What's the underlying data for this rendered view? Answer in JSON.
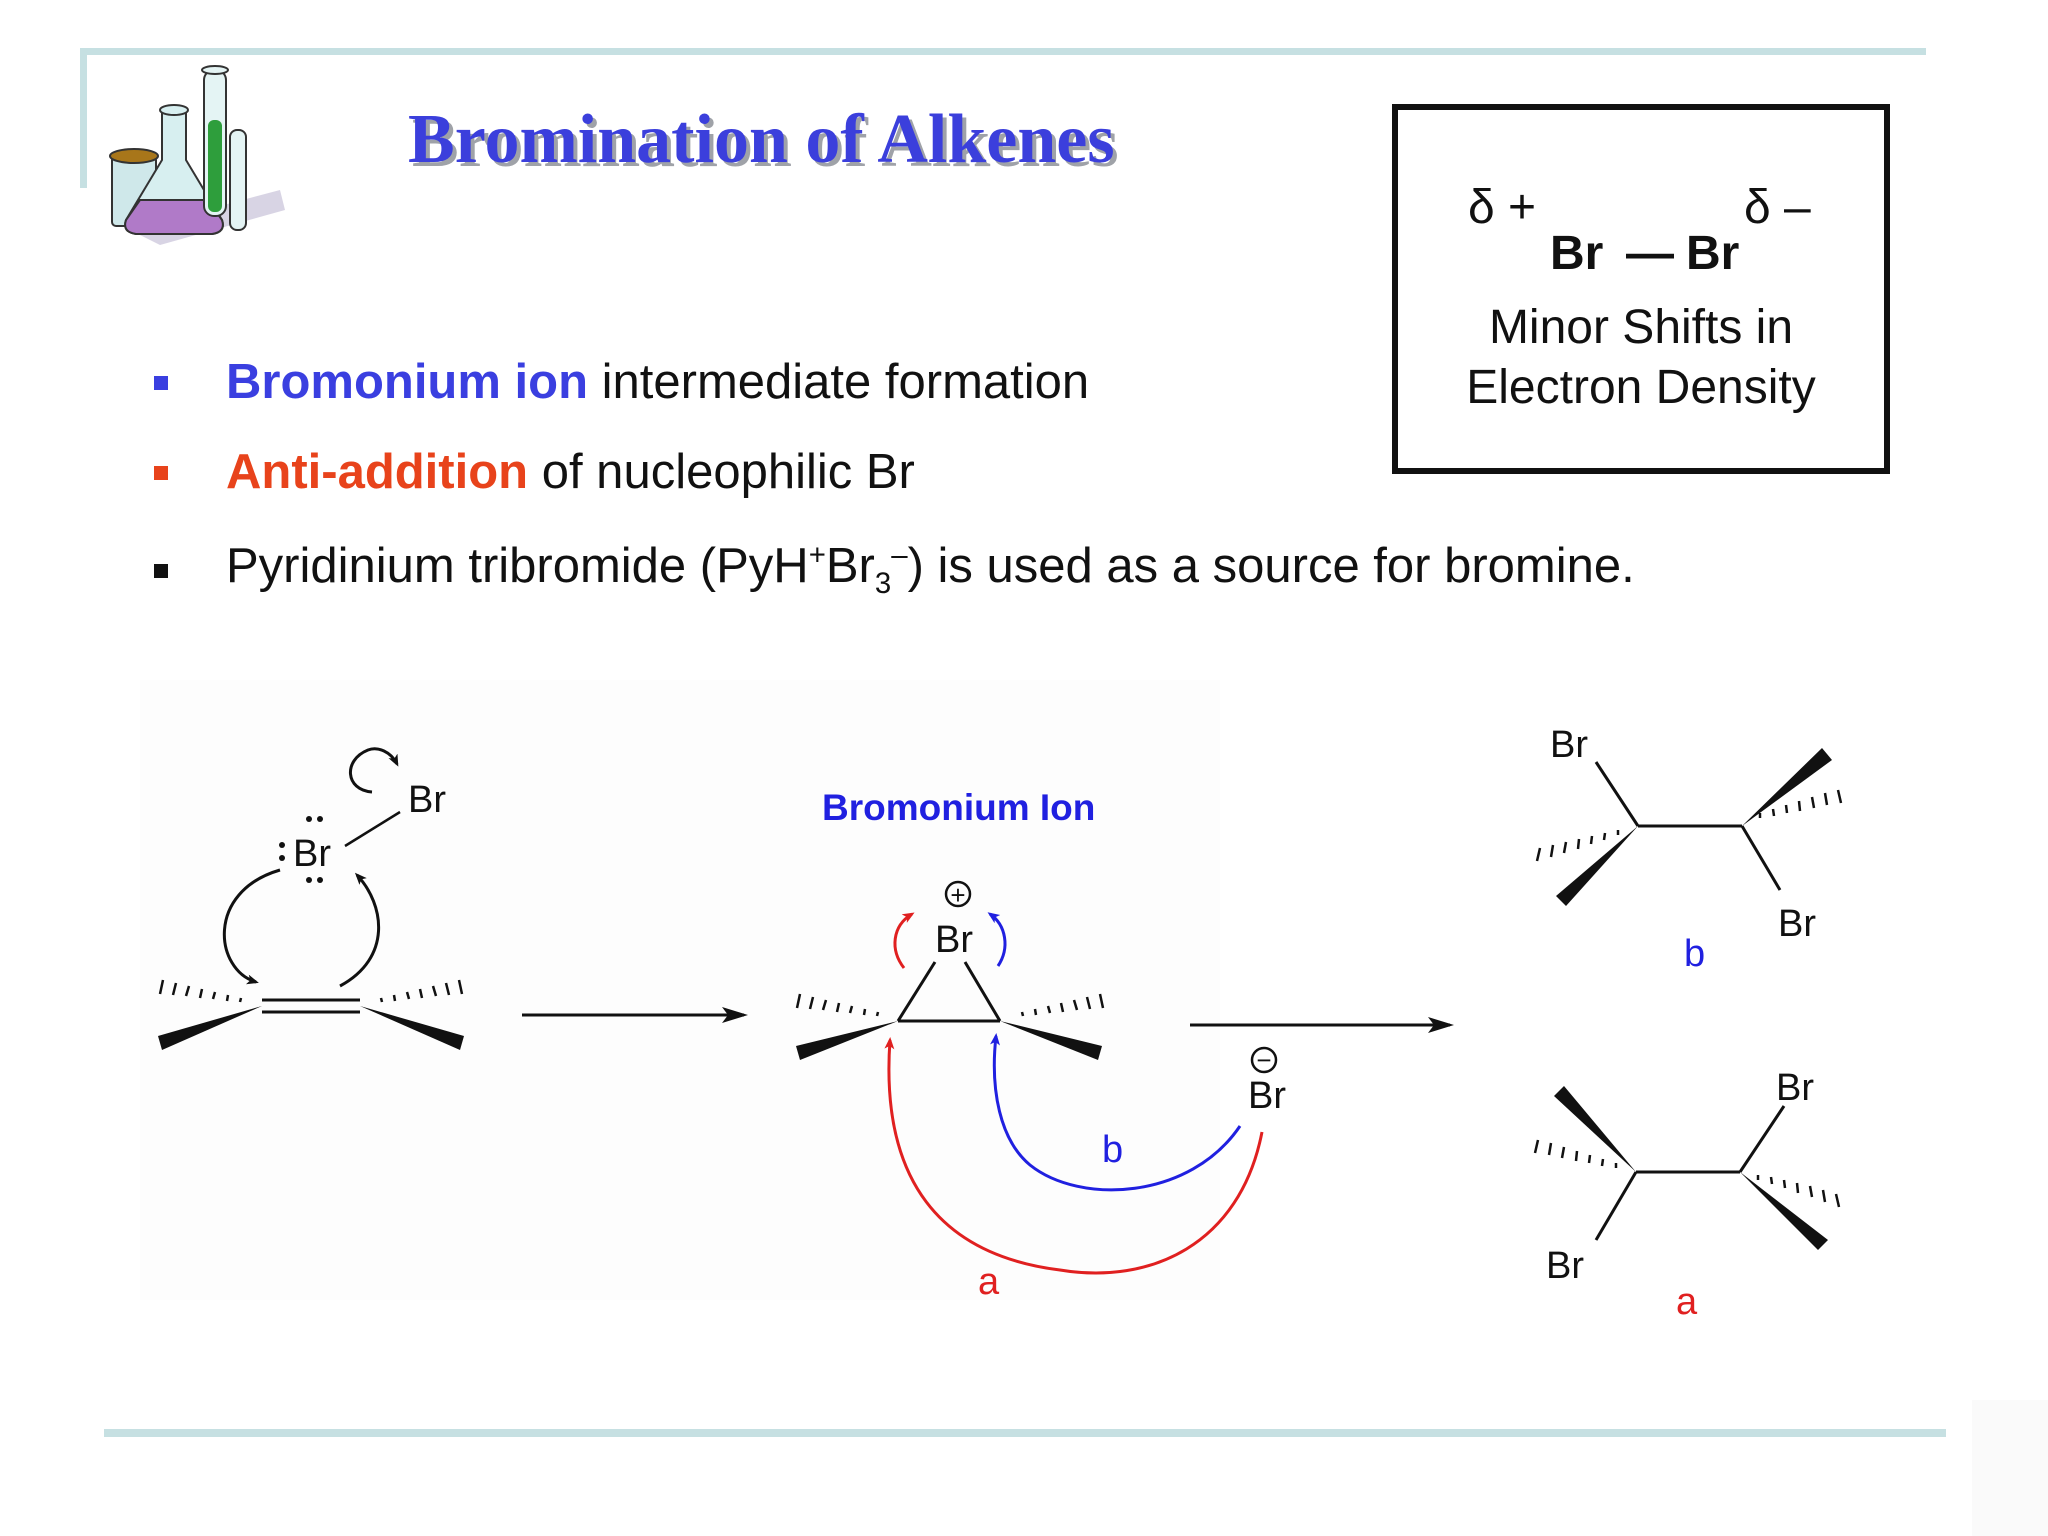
{
  "title": "Bromination of Alkenes",
  "info_box": {
    "delta_plus": "δ +",
    "delta_minus": "δ –",
    "br_left": "Br",
    "bond": "—",
    "br_right": "Br",
    "caption_line1": "Minor Shifts in",
    "caption_line2": "Electron Density"
  },
  "bullets": [
    {
      "highlight": "Bromonium ion",
      "rest": " intermediate formation",
      "bullet_color": "#3a3fe0",
      "highlight_color": "#3a3fe0"
    },
    {
      "highlight": "Anti-addition",
      "rest": " of nucleophilic Br",
      "bullet_color": "#e8431b",
      "highlight_color": "#e8431b"
    },
    {
      "text_before": "Pyridinium tribromide (PyH",
      "sup1": "+",
      "text_mid": "Br",
      "sub": "3",
      "sup2": "–",
      "text_after": ") is used as a source  for bromine.",
      "bullet_color": "#111111"
    }
  ],
  "diagram": {
    "br_top": "Br",
    "br_lone": "Br",
    "bromonium_label": "Bromonium Ion",
    "plus_symbol": "+",
    "br_bromonium": "Br",
    "minus_symbol": "−",
    "br_nucleophile": "Br",
    "path_b": "b",
    "path_a": "a",
    "product_b_br_top": "Br",
    "product_b_br_bottom": "Br",
    "product_b_label": "b",
    "product_a_br_top": "Br",
    "product_a_br_bottom": "Br",
    "product_a_label": "a"
  },
  "colors": {
    "title": "#3b3fdc",
    "blue": "#2020e0",
    "red": "#e02020",
    "accent_line": "#c6e0e2"
  }
}
